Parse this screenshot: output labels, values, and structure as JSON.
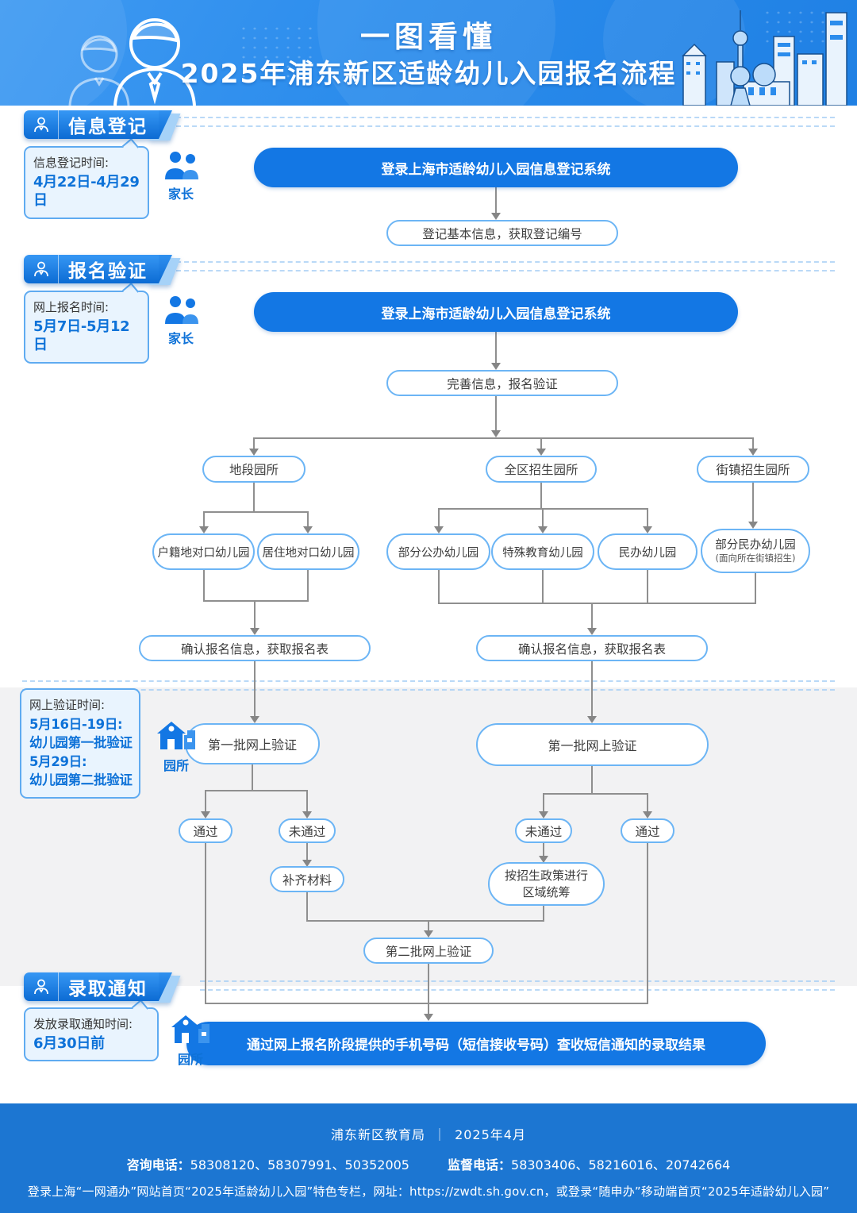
{
  "header": {
    "title_line1": "一图看懂",
    "title_line2": "2025年浦东新区适龄幼儿入园报名流程"
  },
  "sections": {
    "register": {
      "label": "信息登记",
      "time_box": {
        "title": "信息登记时间:",
        "lines": [
          "4月22日-4月29日"
        ]
      },
      "actor": "家长"
    },
    "apply": {
      "label": "报名验证",
      "time_box": {
        "title": "网上报名时间:",
        "lines": [
          "5月7日-5月12日"
        ]
      },
      "actor": "家长"
    },
    "verify": {
      "time_box": {
        "title": "网上验证时间:",
        "lines": [
          "5月16日-19日:",
          "幼儿园第一批验证",
          "5月29日:",
          "幼儿园第二批验证"
        ]
      },
      "actor": "园所"
    },
    "admission": {
      "label": "录取通知",
      "time_box": {
        "title": "发放录取通知时间:",
        "lines": [
          "6月30日前"
        ]
      },
      "actor": "园所"
    }
  },
  "flow": {
    "login1": "登录上海市适龄幼儿入园信息登记系统",
    "register_basic": "登记基本信息，获取登记编号",
    "login2": "登录上海市适龄幼儿入园信息登记系统",
    "complete_info": "完善信息，报名验证",
    "branch_district": "地段园所",
    "branch_region": "全区招生园所",
    "branch_town": "街镇招生园所",
    "k_hukou": "户籍地对口幼儿园",
    "k_residence": "居住地对口幼儿园",
    "k_public": "部分公办幼儿园",
    "k_special": "特殊教育幼儿园",
    "k_private": "民办幼儿园",
    "k_private_partial": "部分民办幼儿园",
    "k_private_partial_sub": "(面向所在街镇招生)",
    "confirm_left": "确认报名信息，获取报名表",
    "confirm_right": "确认报名信息，获取报名表",
    "verify_first_left": "第一批网上验证",
    "verify_first_right": "第一批网上验证",
    "pass_left": "通过",
    "fail_left": "未通过",
    "fail_right": "未通过",
    "pass_right": "通过",
    "supplement": "补齐材料",
    "policy_line1": "按招生政策进行",
    "policy_line2": "区域统筹",
    "verify_second": "第二批网上验证",
    "final": "通过网上报名阶段提供的手机号码（短信接收号码）查收短信通知的录取结果"
  },
  "footer": {
    "org": "浦东新区教育局",
    "divider": "｜",
    "date": "2025年4月",
    "consult_label": "咨询电话：",
    "consult_numbers": "58308120、58307991、50352005",
    "supervise_label": "监督电话：",
    "supervise_numbers": "58303406、58216016、20742664",
    "bottom_line": "登录上海“一网通办”网站首页“2025年适龄幼儿入园”特色专栏，网址：https://zwdt.sh.gov.cn，或登录“随申办”移动端首页“2025年适龄幼儿入园”"
  },
  "icons": {
    "section_tab": "person-icon",
    "parents": "parents-icon",
    "school": "house-icon",
    "header_left": "parents-illustration",
    "header_right": "shanghai-skyline"
  },
  "colors": {
    "primary_blue": "#1377e4",
    "header_blue": "#2b8cec",
    "timebox_border": "#5fabf1",
    "timebox_bg": "#e9f4fe",
    "node_border": "#6cb5f5",
    "connector_gray": "#8f8f8f",
    "footer_blue": "#1c76d2",
    "gray_band": "#f2f2f3"
  }
}
